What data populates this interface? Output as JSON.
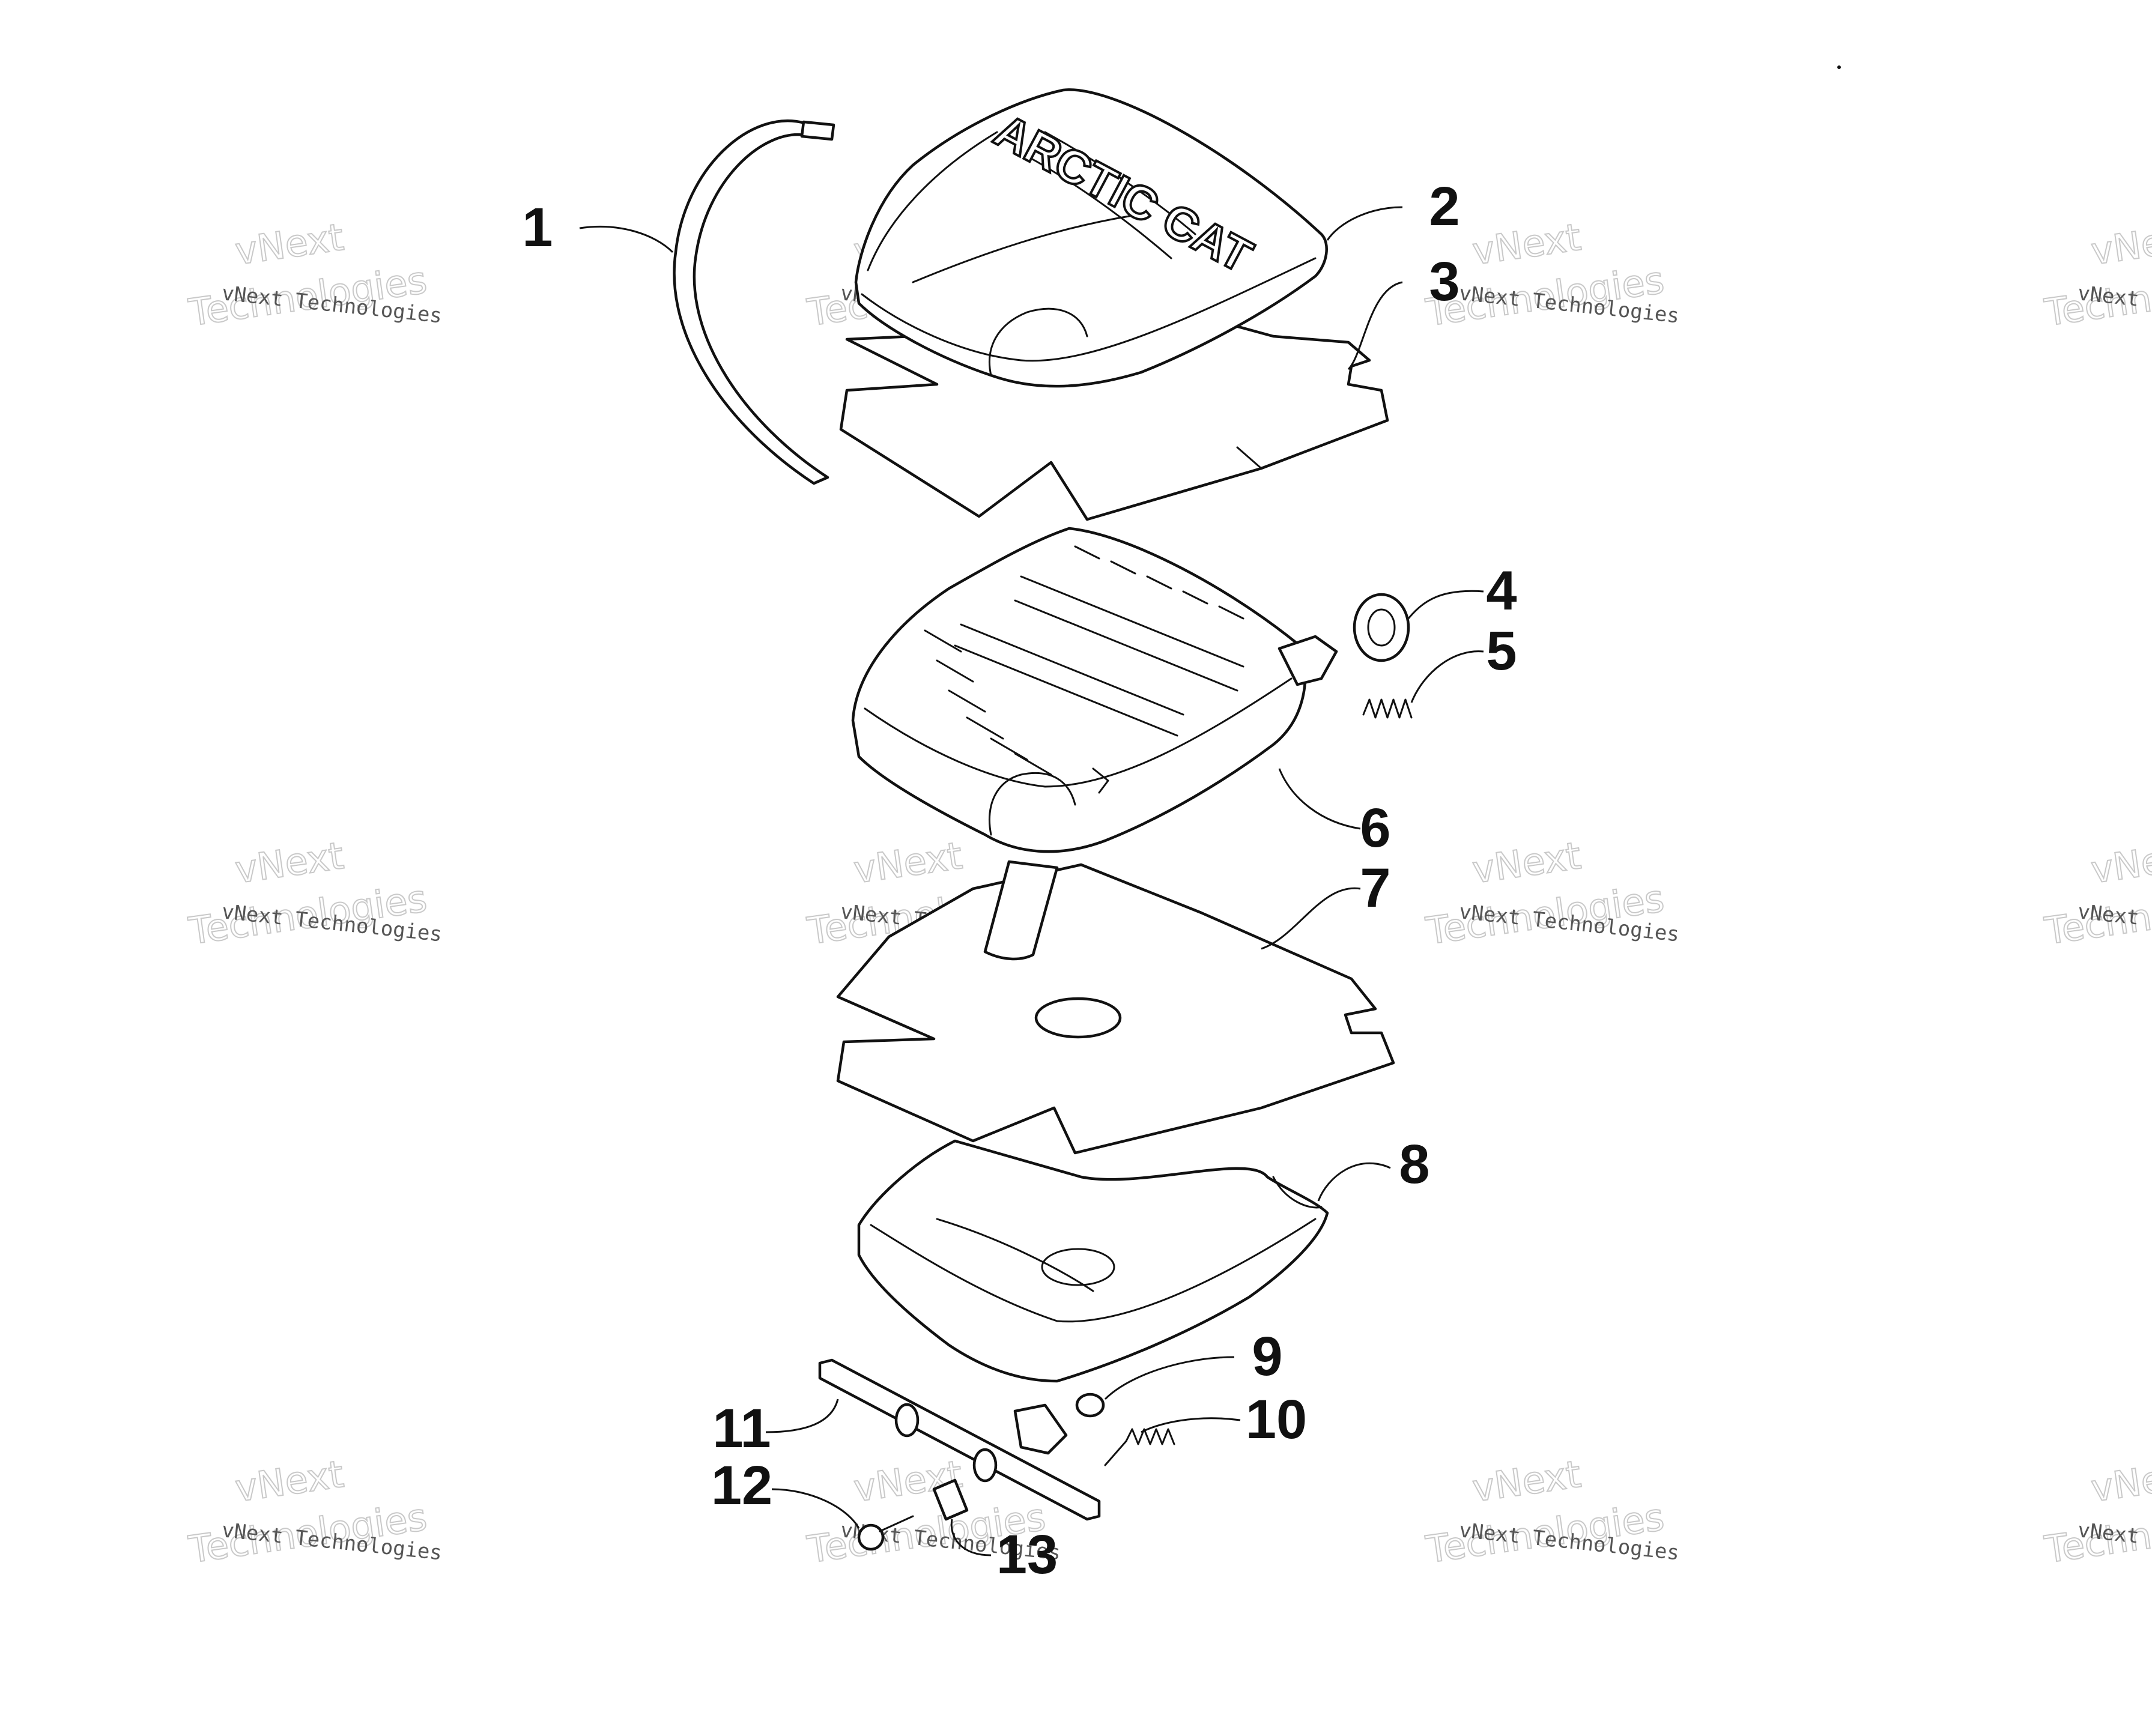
{
  "diagram": {
    "cover_logo": "ARCTIC CAT",
    "callouts": [
      {
        "id": "1",
        "label": "1"
      },
      {
        "id": "2",
        "label": "2"
      },
      {
        "id": "3",
        "label": "3"
      },
      {
        "id": "4",
        "label": "4"
      },
      {
        "id": "5",
        "label": "5"
      },
      {
        "id": "6",
        "label": "6"
      },
      {
        "id": "7",
        "label": "7"
      },
      {
        "id": "8",
        "label": "8"
      },
      {
        "id": "9",
        "label": "9"
      },
      {
        "id": "10",
        "label": "10"
      },
      {
        "id": "11",
        "label": "11"
      },
      {
        "id": "12",
        "label": "12"
      },
      {
        "id": "13",
        "label": "13"
      }
    ]
  },
  "watermark": {
    "name": "vNext Technologies",
    "ghost_top": "vNext",
    "ghost_bottom": "Technologies"
  },
  "colors": {
    "line": "#111111",
    "background": "#ffffff",
    "watermark": "#c9c9c9"
  }
}
